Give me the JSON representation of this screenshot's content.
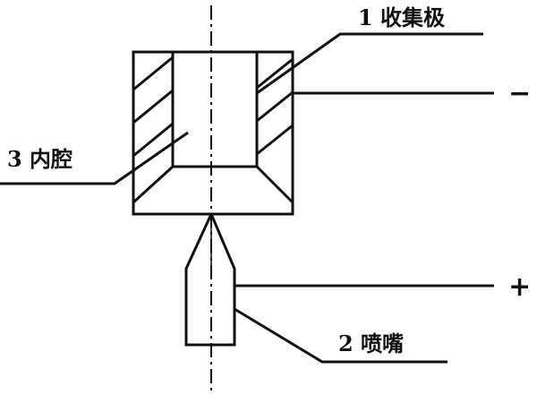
{
  "labels": {
    "collector": "1  收集极",
    "nozzle": "2  喷嘴",
    "cavity": "3  内腔",
    "minus": "−",
    "plus": "+"
  },
  "colors": {
    "ink": "#111111",
    "background": "#ffffff"
  }
}
